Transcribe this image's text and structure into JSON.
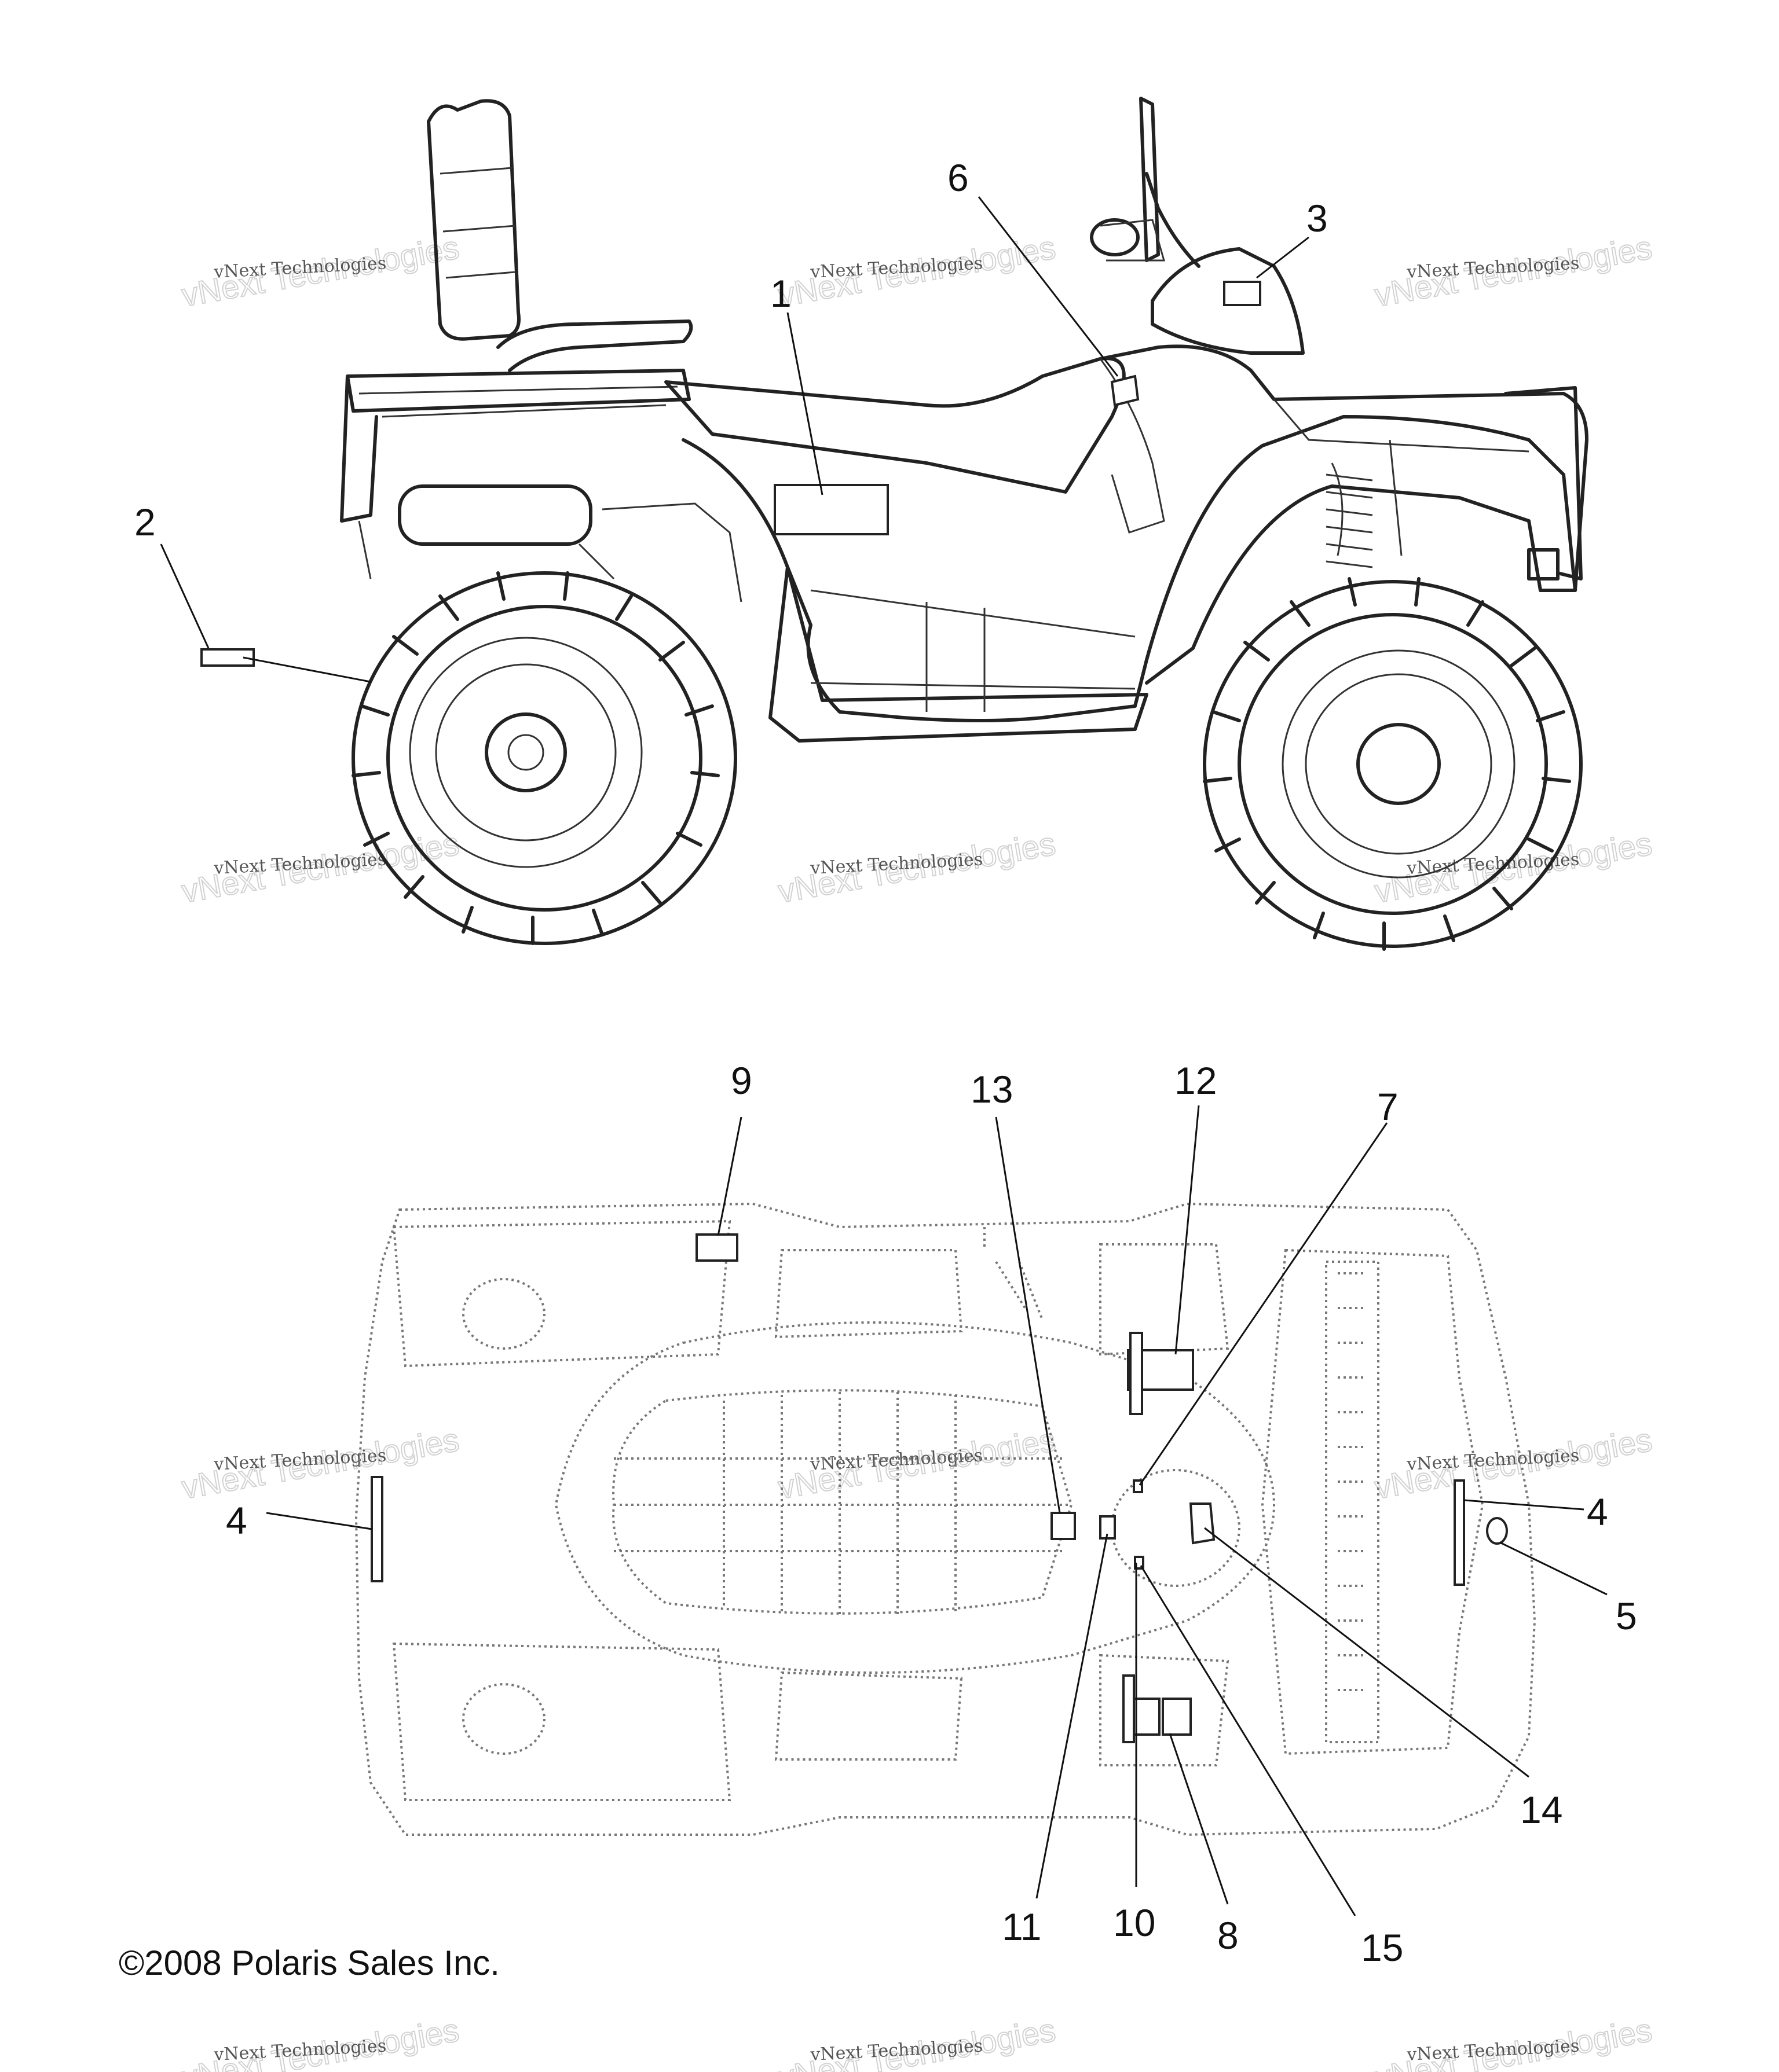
{
  "callouts": {
    "c1": "1",
    "c2": "2",
    "c3": "3",
    "c6": "6",
    "c9": "9",
    "c13": "13",
    "c12": "12",
    "c7": "7",
    "c4_left": "4",
    "c4_right": "4",
    "c5": "5",
    "c14": "14",
    "c11": "11",
    "c10": "10",
    "c8": "8",
    "c15": "15"
  },
  "copyright": "©2008  Polaris Sales Inc.",
  "watermark": {
    "line1": "vNext Technologies",
    "line2": "vNext Technologies"
  },
  "colors": {
    "ink": "#222222",
    "watermark": "#d2d2d2"
  }
}
